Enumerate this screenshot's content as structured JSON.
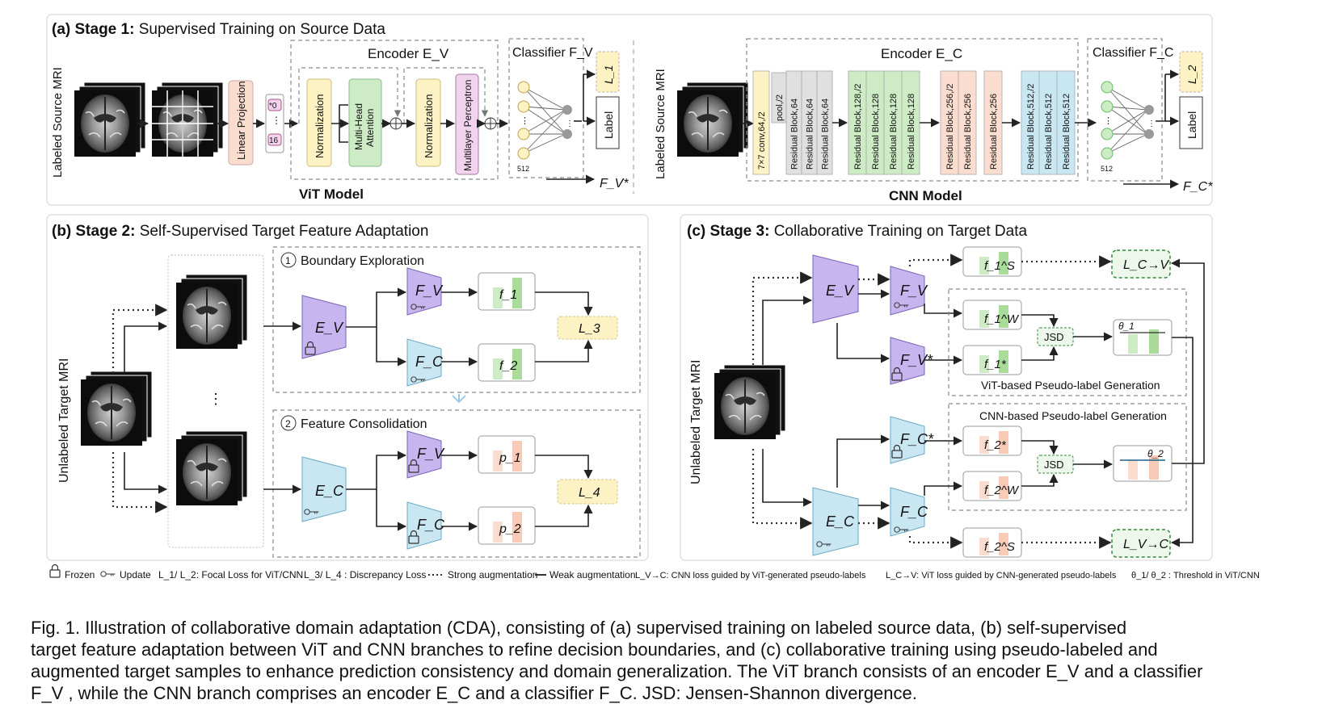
{
  "stage1": {
    "title_bold": "(a) Stage 1:",
    "title_rest": " Supervised Training on Source Data",
    "side_label_vit": "Labeled Source MRI",
    "side_label_cnn": "Labeled Source MRI",
    "linear_projection": "Linear Projection",
    "token_last": "*0",
    "token_first": "16",
    "vit_encoder": "Encoder E_V",
    "normalization": "Normalization",
    "mha_line1": "Multi-Head",
    "mha_line2": "Attention",
    "mlp": "Multilayer Perceptron",
    "vit_classifier": "Classifier F_V",
    "n512": "512",
    "l1": "L_1",
    "label": "Label",
    "fv_star": "F_V*",
    "vit_model": "ViT Model",
    "cnn_encoder": "Encoder E_C",
    "cnn_blocks": [
      "7×7 conv,64,/2",
      "pool,/2",
      "Residual Block,64",
      "Residual Block,64",
      "Residual Block,64",
      "Residual Block,128,/2",
      "Residual Block,128",
      "Residual Block,128",
      "Residual Block,128",
      "Residual Block,256,/2",
      "Residual Block,256",
      "Residual Block,256",
      "Residual Block,512,/2",
      "Residual Block,512",
      "Residual Block,512"
    ],
    "cnn_classifier": "Classifier F_C",
    "l2": "L_2",
    "fc_star": "F_C*",
    "cnn_model": "CNN Model"
  },
  "stage2": {
    "title_bold": "(b) Stage 2:",
    "title_rest": " Self-Supervised Target Feature Adaptation",
    "side_label": "Unlabeled Target MRI",
    "ellipsis": "⋮",
    "boundary": "Boundary Exploration",
    "boundary_num": "1",
    "consolidation": "Feature Consolidation",
    "consolidation_num": "2",
    "ev": "E_V",
    "fv": "F_V",
    "fc": "F_C",
    "ec": "E_C",
    "f1": "f_1",
    "f2": "f_2",
    "p1": "p_1",
    "p2": "p_2",
    "l3": "L_3",
    "l4": "L_4"
  },
  "stage3": {
    "title_bold": "(c) Stage 3:",
    "title_rest": " Collaborative Training on Target Data",
    "side_label": "Unlabeled Target MRI",
    "ev": "E_V",
    "fv": "F_V",
    "fv_star": "F_V*",
    "ec": "E_C",
    "fc": "F_C",
    "fc_star": "F_C*",
    "f1s": "f_1^S",
    "f1w": "f_1^W",
    "f1star": "f_1*",
    "f2star": "f_2*",
    "f2w": "f_2^W",
    "f2s": "f_2^S",
    "jsd": "JSD",
    "theta1": "θ_1",
    "theta2": "θ_2",
    "l_cv": "L_C→V",
    "l_vc": "L_V→C",
    "vit_pseudo": "ViT-based Pseudo-label Generation",
    "cnn_pseudo": "CNN-based Pseudo-label Generation"
  },
  "legend": {
    "frozen": "Frozen",
    "update": "Update",
    "l12": "L_1/ L_2: Focal Loss for ViT/CNN",
    "l34": "L_3/ L_4 : Discrepancy Loss",
    "strong": "Strong augmentation",
    "weak": "Weak augmentation",
    "lvc": "L_V→C: CNN loss guided by ViT-generated pseudo-labels",
    "lcv": "L_C→V: ViT loss guided by CNN-generated pseudo-labels",
    "theta": "θ_1/ θ_2 : Threshold in ViT/CNN"
  },
  "caption": {
    "line1": "Fig. 1. Illustration of collaborative domain adaptation (CDA), consisting of (a) supervised training on labeled source data, (b) self-supervised",
    "line2": "target feature adaptation between ViT and CNN branches to refine decision boundaries, and (c) collaborative training using pseudo-labeled and",
    "line3": "augmented target samples to enhance prediction consistency and domain generalization. The ViT branch consists of an encoder E_V and a classifier",
    "line4": "F_V , while the CNN branch comprises an encoder E_C and a classifier F_C. JSD: Jensen-Shannon divergence."
  },
  "colors": {
    "purple": "#c6b5ef",
    "blue": "#c9e7f3",
    "yellow": "#fdf2c3",
    "green": "#cdebc4",
    "orange": "#fbddd0",
    "grey": "#e0e0e0",
    "pink": "#f2d3ee",
    "green_dash": "#2e8b3a"
  }
}
